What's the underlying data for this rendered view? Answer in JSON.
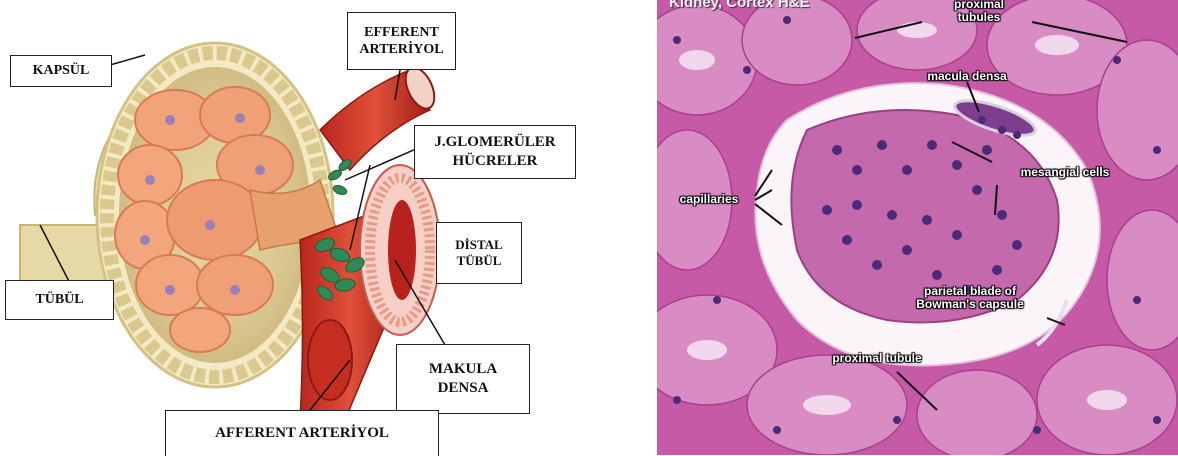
{
  "left_diagram": {
    "labels": {
      "kapsul": "KAPSÜL",
      "efferent": "EFFERENT\nARTERİYOL",
      "jg_cells": "J.GLOMERÜLER\nHÜCRELER",
      "distal": "DİSTAL\nTÜBÜL",
      "tubul": "TÜBÜL",
      "makula": "MAKULA\nDENSA",
      "afferent": "AFFERENT ARTERİYOL"
    }
  },
  "right_micrograph": {
    "title": "Kidney, Cortex H&E",
    "labels": {
      "proximal_tubules": "proximal\ntubules",
      "macula_densa": "macula densa",
      "mesangial_cells": "mesangial cells",
      "capillaries": "capillaries",
      "parietal_blade": "parietal blade of\nBowman's capsule",
      "proximal_tubule": "proximal tubule"
    }
  }
}
